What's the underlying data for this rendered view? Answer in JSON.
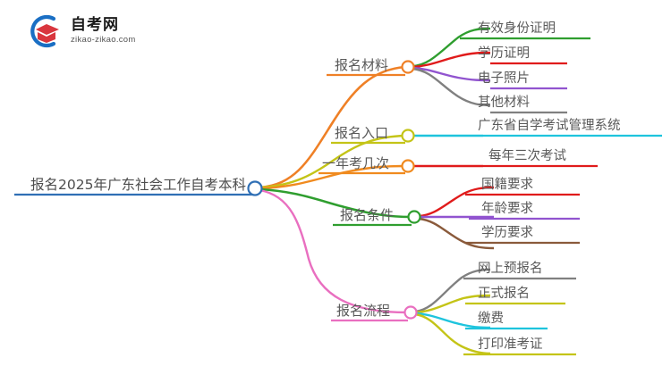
{
  "logo": {
    "name": "zikao-logo",
    "title": "自考网",
    "subtitle": "zikao-zikao.com",
    "arc_color": "#1a6fc4",
    "cap_color": "#d9363e"
  },
  "mindmap": {
    "root": {
      "label": "报名2025年广东社会工作自考本科",
      "color": "#2f6fb5"
    },
    "branches": [
      {
        "label": "报名材料",
        "color": "#ef8026",
        "children": [
          {
            "label": "有效身份证明",
            "color": "#2f9e2f"
          },
          {
            "label": "学历证明",
            "color": "#e01b1b"
          },
          {
            "label": "电子照片",
            "color": "#9154cf"
          },
          {
            "label": "其他材料",
            "color": "#808080"
          }
        ]
      },
      {
        "label": "报名入口",
        "color": "#c4c417",
        "children": [
          {
            "label": "广东省自学考试管理系统",
            "color": "#1ec4dd"
          }
        ]
      },
      {
        "label": "一年考几次",
        "color": "#f08a1e",
        "children": [
          {
            "label": "每年三次考试",
            "color": "#e01b1b"
          }
        ]
      },
      {
        "label": "报名条件",
        "color": "#2f9e2f",
        "children": [
          {
            "label": "国籍要求",
            "color": "#e01b1b"
          },
          {
            "label": "年龄要求",
            "color": "#9154cf"
          },
          {
            "label": "学历要求",
            "color": "#8a5a3b"
          }
        ]
      },
      {
        "label": "报名流程",
        "color": "#e96fc0",
        "children": [
          {
            "label": "网上预报名",
            "color": "#808080"
          },
          {
            "label": "正式报名",
            "color": "#c4c417"
          },
          {
            "label": "缴费",
            "color": "#1ec4dd"
          },
          {
            "label": "打印准考证",
            "color": "#c4c417"
          }
        ]
      }
    ]
  }
}
